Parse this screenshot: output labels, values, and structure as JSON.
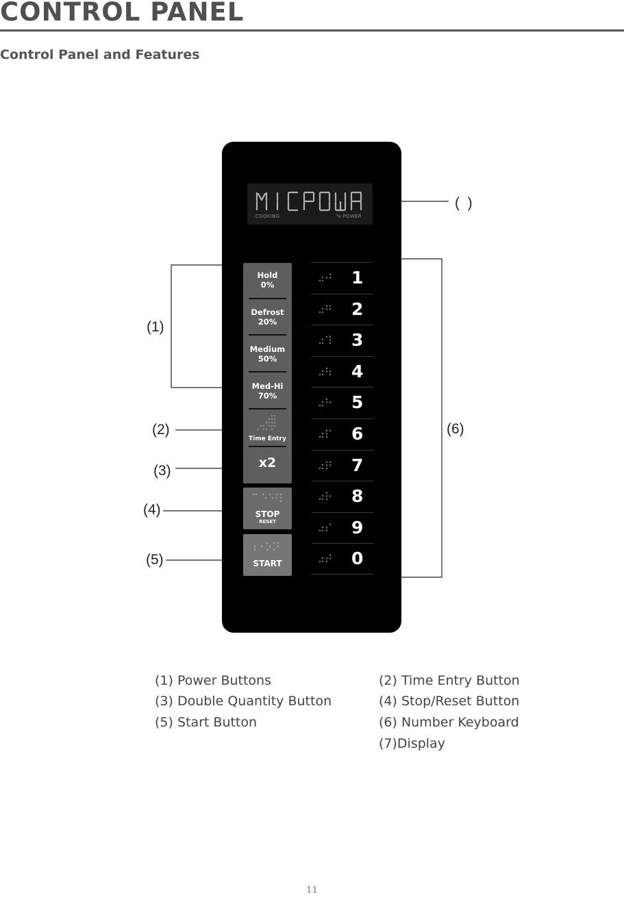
{
  "page": {
    "title": "CONTROL PANEL",
    "section": "Control Panel and Features",
    "page_number": "11"
  },
  "display": {
    "text": "MICROWA",
    "label_left": "COOKING",
    "label_right": "%  POWER"
  },
  "power_buttons": [
    {
      "name": "Hold",
      "value": "0%"
    },
    {
      "name": "Defrost",
      "value": "20%"
    },
    {
      "name": "Medium",
      "value": "50%"
    },
    {
      "name": "Med-Hi",
      "value": "70%"
    }
  ],
  "time_entry_label": "Time Entry",
  "double_label": "x2",
  "stop": {
    "label": "STOP",
    "sub": "RESET"
  },
  "start": {
    "label": "START"
  },
  "keypad": [
    "1",
    "2",
    "3",
    "4",
    "5",
    "6",
    "7",
    "8",
    "9",
    "0"
  ],
  "callouts": {
    "c1": "(1)",
    "c2": "(2)",
    "c3": "(3)",
    "c4": "(4)",
    "c5": "(5)",
    "c6": "(6)",
    "c7": "(  )"
  },
  "legend": {
    "l1": "(1) Power Buttons",
    "l2": "(2) Time Entry Button",
    "l3": "(3) Double Quantity Button",
    "l4": "(4) Stop/Reset Button",
    "l5": "(5) Start Button",
    "l6": "(6) Number Keyboard",
    "l7": "(7)Display"
  },
  "colors": {
    "panel": "#000000",
    "power_column": "#5e5e5e",
    "stop_button": "#6b6b6b",
    "start_button": "#767676",
    "lcd_segment": "#b0b0b0"
  },
  "icons": [
    "braille-dots-icon"
  ]
}
